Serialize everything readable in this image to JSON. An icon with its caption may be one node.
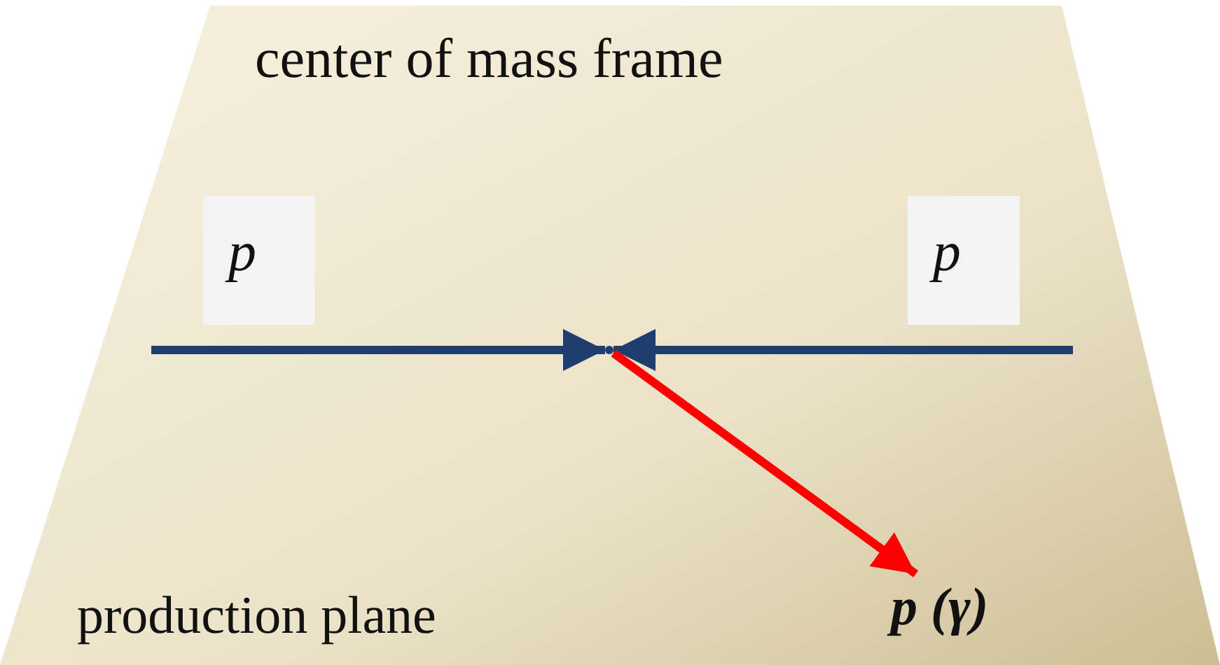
{
  "diagram": {
    "nodes": [
      {
        "text": [
          "center of mass frame",
          "production plane"
        ]
      },
      {
        "text": [
          "p"
        ],
        "in": 0
      },
      {
        "text": [
          "p"
        ],
        "in": 0
      },
      {
        "text": [],
        "shape": "point",
        "in": 0
      },
      {
        "text": [
          "p (γ)"
        ],
        "in": 0
      }
    ],
    "edges": [
      {
        "from": null,
        "to": 3,
        "arrow": "to"
      },
      {
        "from": null,
        "to": 3,
        "arrow": "to"
      },
      {
        "from": 3,
        "to": 4,
        "arrow": "to",
        "color": "#ff0000"
      }
    ]
  }
}
